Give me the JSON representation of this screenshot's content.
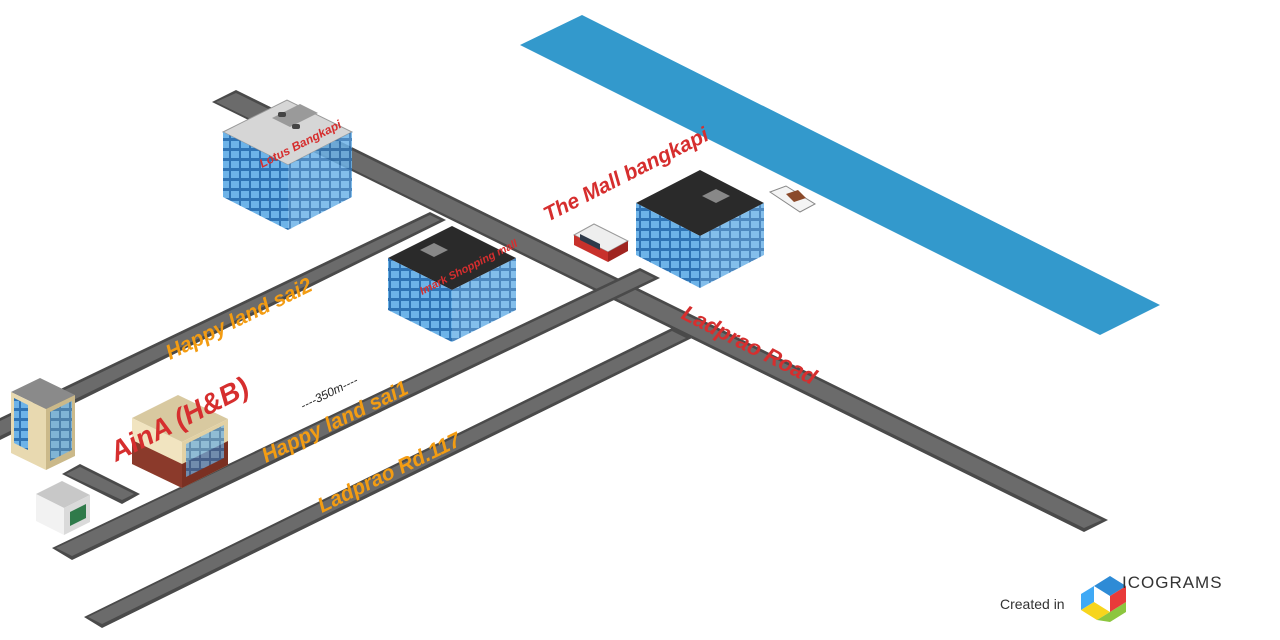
{
  "roads": {
    "ladprao_road": "Ladprao Road",
    "happy_land_sai2": "Happy land sai2",
    "happy_land_sai1": "Happy land sai1",
    "ladprao_rd117": "Ladprao Rd.117"
  },
  "places": {
    "lotus": "Lotus Bangkapi",
    "mall": "The Mall bangkapi",
    "imark": "Imark Shopping mall",
    "aina": "AinA (H&B)"
  },
  "distance": "----350m----",
  "credit": {
    "created_in": "Created in",
    "brand": "ICOGRAMS"
  },
  "colors": {
    "river": "#3399CC",
    "road": "#6B6B6B",
    "road_edge": "#4A4A4A",
    "road_label": "#F39C12",
    "place_label": "#D62E2E"
  }
}
